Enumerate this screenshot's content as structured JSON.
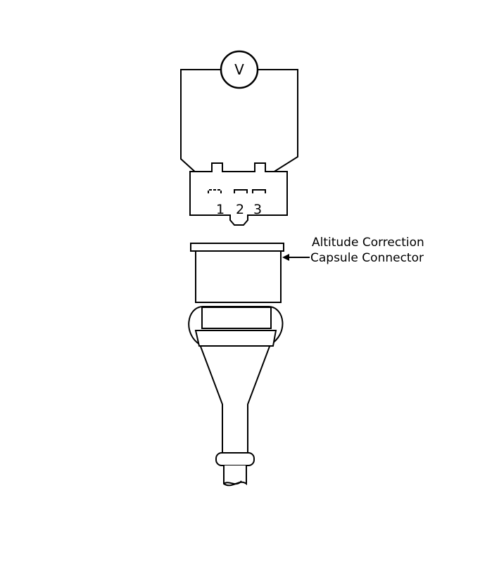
{
  "meter": {
    "symbol": "V"
  },
  "terminals": [
    "1",
    "2",
    "3"
  ],
  "callout": {
    "line1": "Altitude Correction",
    "line2": "Capsule Connector"
  }
}
